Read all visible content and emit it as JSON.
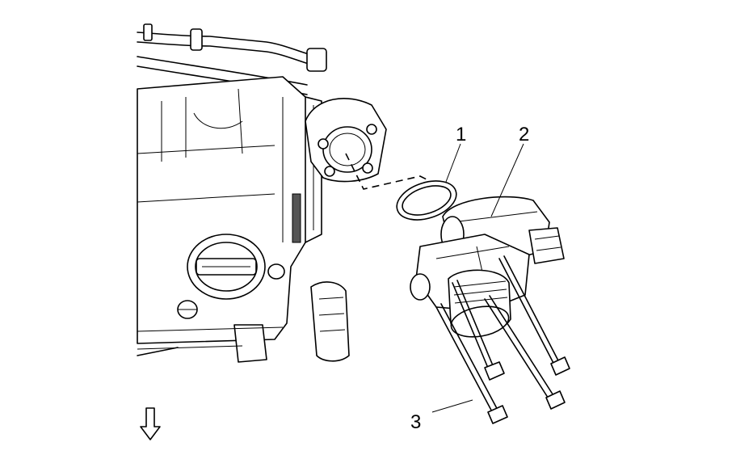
{
  "callouts": {
    "one": "1",
    "two": "2",
    "three": "3"
  },
  "icons": {
    "direction_arrow": "down-arrow-icon"
  }
}
